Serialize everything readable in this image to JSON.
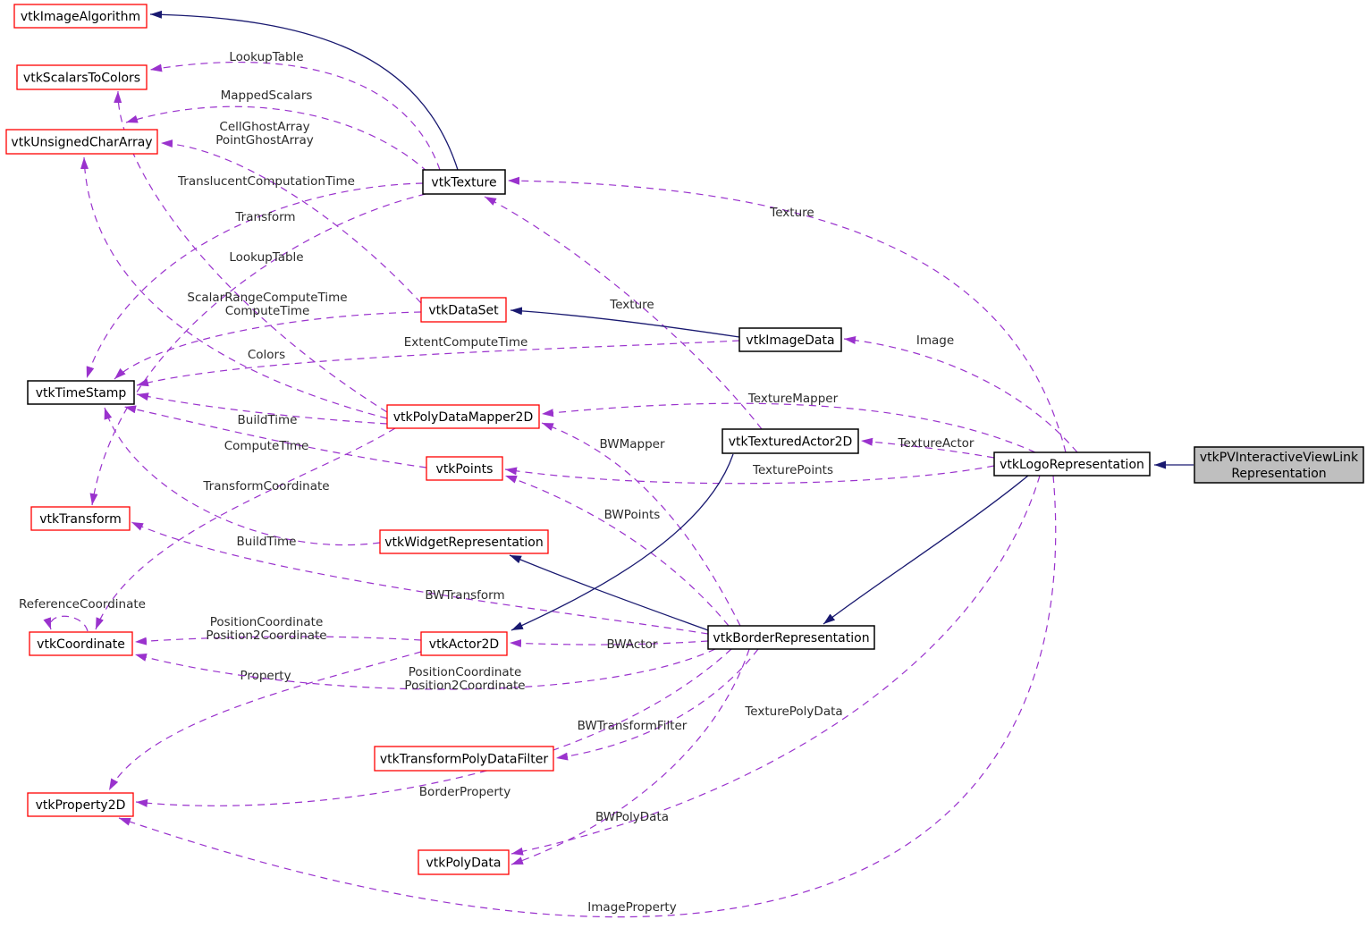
{
  "diagram": {
    "title": "vtkPVInteractiveViewLinkRepresentation collaboration graph",
    "colors": {
      "background": "#ffffff",
      "usage_edge": "#9a32cd",
      "inherit_edge": "#191970",
      "node_border_red": "#ff0000",
      "node_border_black": "#000000",
      "node_fill": "#ffffff",
      "current_node_fill": "#bfbfbf",
      "label_text": "#2b2b2b"
    },
    "nodes": [
      {
        "id": "vtkImageAlgorithm",
        "label": "vtkImageAlgorithm",
        "border": "red",
        "current": false
      },
      {
        "id": "vtkScalarsToColors",
        "label": "vtkScalarsToColors",
        "border": "red",
        "current": false
      },
      {
        "id": "vtkUnsignedCharArray",
        "label": "vtkUnsignedCharArray",
        "border": "red",
        "current": false
      },
      {
        "id": "vtkTexture",
        "label": "vtkTexture",
        "border": "black",
        "current": false
      },
      {
        "id": "vtkDataSet",
        "label": "vtkDataSet",
        "border": "red",
        "current": false
      },
      {
        "id": "vtkImageData",
        "label": "vtkImageData",
        "border": "black",
        "current": false
      },
      {
        "id": "vtkTimeStamp",
        "label": "vtkTimeStamp",
        "border": "black",
        "current": false
      },
      {
        "id": "vtkPolyDataMapper2D",
        "label": "vtkPolyDataMapper2D",
        "border": "red",
        "current": false
      },
      {
        "id": "vtkTexturedActor2D",
        "label": "vtkTexturedActor2D",
        "border": "black",
        "current": false
      },
      {
        "id": "vtkLogoRepresentation",
        "label": "vtkLogoRepresentation",
        "border": "black",
        "current": false
      },
      {
        "id": "vtkPVInteractiveViewLinkRepresentation",
        "label": "vtkPVInteractiveViewLink Representation",
        "lines": [
          "vtkPVInteractiveViewLink",
          "Representation"
        ],
        "border": "black",
        "current": true
      },
      {
        "id": "vtkPoints",
        "label": "vtkPoints",
        "border": "red",
        "current": false
      },
      {
        "id": "vtkWidgetRepresentation",
        "label": "vtkWidgetRepresentation",
        "border": "red",
        "current": false
      },
      {
        "id": "vtkTransform",
        "label": "vtkTransform",
        "border": "red",
        "current": false
      },
      {
        "id": "vtkCoordinate",
        "label": "vtkCoordinate",
        "border": "red",
        "current": false
      },
      {
        "id": "vtkActor2D",
        "label": "vtkActor2D",
        "border": "red",
        "current": false
      },
      {
        "id": "vtkBorderRepresentation",
        "label": "vtkBorderRepresentation",
        "border": "black",
        "current": false
      },
      {
        "id": "vtkTransformPolyDataFilter",
        "label": "vtkTransformPolyDataFilter",
        "border": "red",
        "current": false
      },
      {
        "id": "vtkProperty2D",
        "label": "vtkProperty2D",
        "border": "red",
        "current": false
      },
      {
        "id": "vtkPolyData",
        "label": "vtkPolyData",
        "border": "red",
        "current": false
      }
    ],
    "edges": [
      {
        "id": "tex_lut",
        "from": "vtkTexture",
        "to": "vtkScalarsToColors",
        "label": "LookupTable",
        "kind": "usage"
      },
      {
        "id": "tex_mapped",
        "from": "vtkTexture",
        "to": "vtkUnsignedCharArray",
        "label": "MappedScalars",
        "kind": "usage"
      },
      {
        "id": "ds_ghost",
        "from": "vtkDataSet",
        "to": "vtkUnsignedCharArray",
        "label": "CellGhostArray PointGhostArray",
        "lines": [
          "CellGhostArray",
          "PointGhostArray"
        ],
        "kind": "usage"
      },
      {
        "id": "tex_tct",
        "from": "vtkTexture",
        "to": "vtkTimeStamp",
        "label": "TranslucentComputationTime",
        "kind": "usage"
      },
      {
        "id": "tex_transform",
        "from": "vtkTexture",
        "to": "vtkTransform",
        "label": "Transform",
        "kind": "usage"
      },
      {
        "id": "pdm_lut",
        "from": "vtkPolyDataMapper2D",
        "to": "vtkScalarsToColors",
        "label": "LookupTable",
        "kind": "usage"
      },
      {
        "id": "ds_srct",
        "from": "vtkDataSet",
        "to": "vtkTimeStamp",
        "label": "ScalarRangeComputeTime ComputeTime",
        "lines": [
          "ScalarRangeComputeTime",
          "ComputeTime"
        ],
        "kind": "usage"
      },
      {
        "id": "pdm_colors",
        "from": "vtkPolyDataMapper2D",
        "to": "vtkUnsignedCharArray",
        "label": "Colors",
        "kind": "usage"
      },
      {
        "id": "id_ect",
        "from": "vtkImageData",
        "to": "vtkTimeStamp",
        "label": "ExtentComputeTime",
        "kind": "usage"
      },
      {
        "id": "logo_texture",
        "from": "vtkLogoRepresentation",
        "to": "vtkTexture",
        "label": "Texture",
        "kind": "usage"
      },
      {
        "id": "ta_texture",
        "from": "vtkTexturedActor2D",
        "to": "vtkTexture",
        "label": "Texture",
        "kind": "usage"
      },
      {
        "id": "logo_image",
        "from": "vtkLogoRepresentation",
        "to": "vtkImageData",
        "label": "Image",
        "kind": "usage"
      },
      {
        "id": "logo_mapper",
        "from": "vtkLogoRepresentation",
        "to": "vtkPolyDataMapper2D",
        "label": "TextureMapper",
        "kind": "usage"
      },
      {
        "id": "border_mapper",
        "from": "vtkBorderRepresentation",
        "to": "vtkPolyDataMapper2D",
        "label": "BWMapper",
        "kind": "usage"
      },
      {
        "id": "logo_actor",
        "from": "vtkLogoRepresentation",
        "to": "vtkTexturedActor2D",
        "label": "TextureActor",
        "kind": "usage"
      },
      {
        "id": "logo_points",
        "from": "vtkLogoRepresentation",
        "to": "vtkPoints",
        "label": "TexturePoints",
        "kind": "usage"
      },
      {
        "id": "border_points",
        "from": "vtkBorderRepresentation",
        "to": "vtkPoints",
        "label": "BWPoints",
        "kind": "usage"
      },
      {
        "id": "pdm_build",
        "from": "vtkPolyDataMapper2D",
        "to": "vtkTimeStamp",
        "label": "BuildTime",
        "kind": "usage"
      },
      {
        "id": "pts_compute",
        "from": "vtkPoints",
        "to": "vtkTimeStamp",
        "label": "ComputeTime",
        "kind": "usage"
      },
      {
        "id": "pdm_tc",
        "from": "vtkPolyDataMapper2D",
        "to": "vtkCoordinate",
        "label": "TransformCoordinate",
        "kind": "usage"
      },
      {
        "id": "widget_build",
        "from": "vtkWidgetRepresentation",
        "to": "vtkTimeStamp",
        "label": "BuildTime",
        "kind": "usage"
      },
      {
        "id": "border_transform",
        "from": "vtkBorderRepresentation",
        "to": "vtkTransform",
        "label": "BWTransform",
        "kind": "usage"
      },
      {
        "id": "coord_ref",
        "from": "vtkCoordinate",
        "to": "vtkCoordinate",
        "label": "ReferenceCoordinate",
        "kind": "usage"
      },
      {
        "id": "actor_pos",
        "from": "vtkActor2D",
        "to": "vtkCoordinate",
        "label": "PositionCoordinate Position2Coordinate",
        "lines": [
          "PositionCoordinate",
          "Position2Coordinate"
        ],
        "kind": "usage"
      },
      {
        "id": "actor_prop",
        "from": "vtkActor2D",
        "to": "vtkProperty2D",
        "label": "Property",
        "kind": "usage"
      },
      {
        "id": "border_actor",
        "from": "vtkBorderRepresentation",
        "to": "vtkActor2D",
        "label": "BWActor",
        "kind": "usage"
      },
      {
        "id": "border_pos",
        "from": "vtkBorderRepresentation",
        "to": "vtkCoordinate",
        "label": "PositionCoordinate Position2Coordinate",
        "lines": [
          "PositionCoordinate",
          "Position2Coordinate"
        ],
        "kind": "usage"
      },
      {
        "id": "border_tpdf",
        "from": "vtkBorderRepresentation",
        "to": "vtkTransformPolyDataFilter",
        "label": "BWTransformFilter",
        "kind": "usage"
      },
      {
        "id": "logo_tpd",
        "from": "vtkLogoRepresentation",
        "to": "vtkPolyData",
        "label": "TexturePolyData",
        "kind": "usage"
      },
      {
        "id": "border_bprop",
        "from": "vtkBorderRepresentation",
        "to": "vtkProperty2D",
        "label": "BorderProperty",
        "kind": "usage"
      },
      {
        "id": "border_bwpd",
        "from": "vtkBorderRepresentation",
        "to": "vtkPolyData",
        "label": "BWPolyData",
        "kind": "usage"
      },
      {
        "id": "logo_iprop",
        "from": "vtkLogoRepresentation",
        "to": "vtkProperty2D",
        "label": "ImageProperty",
        "kind": "usage"
      },
      {
        "id": "inh_texture",
        "from": "vtkTexture",
        "to": "vtkImageAlgorithm",
        "label": "",
        "kind": "inheritance"
      },
      {
        "id": "inh_imagedata",
        "from": "vtkImageData",
        "to": "vtkDataSet",
        "label": "",
        "kind": "inheritance"
      },
      {
        "id": "inh_texturedactor",
        "from": "vtkTexturedActor2D",
        "to": "vtkActor2D",
        "label": "",
        "kind": "inheritance"
      },
      {
        "id": "inh_border",
        "from": "vtkBorderRepresentation",
        "to": "vtkWidgetRepresentation",
        "label": "",
        "kind": "inheritance"
      },
      {
        "id": "inh_logo",
        "from": "vtkLogoRepresentation",
        "to": "vtkBorderRepresentation",
        "label": "",
        "kind": "inheritance"
      },
      {
        "id": "inh_pviv",
        "from": "vtkPVInteractiveViewLinkRepresentation",
        "to": "vtkLogoRepresentation",
        "label": "",
        "kind": "inheritance"
      }
    ]
  }
}
